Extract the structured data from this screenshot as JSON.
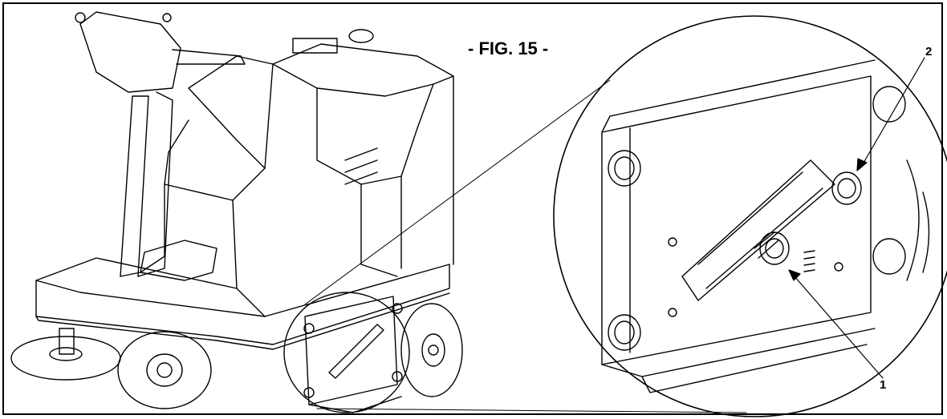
{
  "figure": {
    "title": "- FIG. 15 -",
    "callouts": [
      {
        "id": "1",
        "label": "1"
      },
      {
        "id": "2",
        "label": "2"
      }
    ]
  },
  "colors": {
    "line": "#000000",
    "background": "#ffffff"
  }
}
